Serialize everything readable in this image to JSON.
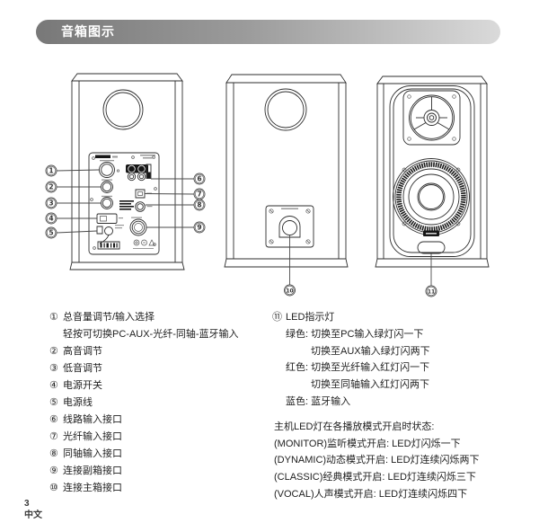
{
  "header": {
    "title": "音箱图示"
  },
  "footer": {
    "page_number": "3",
    "language": "中文"
  },
  "diagram": {
    "callouts": {
      "c1": "1",
      "c2": "2",
      "c3": "3",
      "c4": "4",
      "c5": "5",
      "c6": "6",
      "c7": "7",
      "c8": "8",
      "c9": "9",
      "c10": "10",
      "c11": "11"
    }
  },
  "legend_left": {
    "lines": [
      {
        "marker": "①",
        "text": "总音量调节/输入选择"
      },
      {
        "marker": "",
        "text": "轻按可切换PC-AUX-光纤-同轴-蓝牙输入"
      },
      {
        "marker": "②",
        "text": "高音调节"
      },
      {
        "marker": "③",
        "text": "低音调节"
      },
      {
        "marker": "④",
        "text": "电源开关"
      },
      {
        "marker": "⑤",
        "text": "电源线"
      },
      {
        "marker": "⑥",
        "text": "线路输入接口"
      },
      {
        "marker": "⑦",
        "text": "光纤输入接口"
      },
      {
        "marker": "⑧",
        "text": "同轴输入接口"
      },
      {
        "marker": "⑨",
        "text": "连接副箱接口"
      },
      {
        "marker": "⑩",
        "text": "连接主箱接口"
      }
    ]
  },
  "legend_right": {
    "lines": [
      {
        "marker": "⑪",
        "text": "LED指示灯"
      },
      {
        "marker": "",
        "text": "绿色: 切换至PC输入绿灯闪一下"
      },
      {
        "marker": "",
        "text": "切换至AUX输入绿灯闪两下"
      },
      {
        "marker": "",
        "text": "红色: 切换至光纤输入红灯闪一下"
      },
      {
        "marker": "",
        "text": "切换至同轴输入红灯闪两下"
      },
      {
        "marker": "",
        "text": "蓝色: 蓝牙输入"
      },
      {
        "marker": "",
        "text": "主机LED灯在各播放模式开启时状态:"
      },
      {
        "marker": "",
        "text": "(MONITOR)监听模式开启: LED灯闪烁一下"
      },
      {
        "marker": "",
        "text": "(DYNAMIC)动态模式开启: LED灯连续闪烁两下"
      },
      {
        "marker": "",
        "text": "(CLASSIC)经典模式开启: LED灯连续闪烁三下"
      },
      {
        "marker": "",
        "text": "(VOCAL)人声模式开启: LED灯连续闪烁四下"
      }
    ]
  }
}
